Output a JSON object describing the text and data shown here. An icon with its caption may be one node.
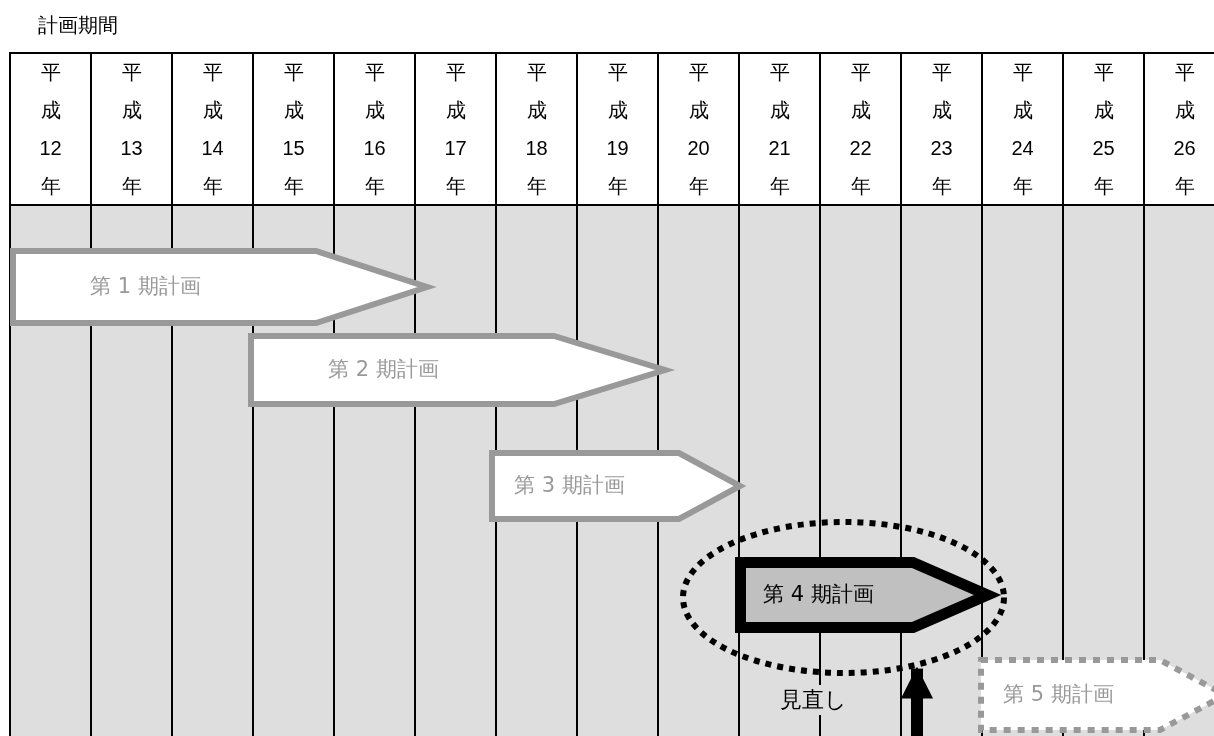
{
  "diagram": {
    "title": "計画期間",
    "nodes": [
      {
        "text": [
          "第 1 期計画"
        ]
      },
      {
        "text": [
          "第 2 期計画"
        ]
      },
      {
        "text": [
          "第 3 期計画"
        ]
      },
      {
        "text": [],
        "shape": "ellipse"
      },
      {
        "text": [
          "第 4 期計画"
        ],
        "in": 3
      },
      {
        "text": [
          "第 5 期計画"
        ]
      }
    ],
    "edges": [
      {
        "from": null,
        "to": 3,
        "arrow": "to",
        "label": "見直し"
      }
    ],
    "labels": [
      "平成12年",
      "平成13年",
      "平成14年",
      "平成15年",
      "平成16年",
      "平成17年",
      "平成18年",
      "平成19年",
      "平成20年",
      "平成21年",
      "平成22年",
      "平成23年",
      "平成24年",
      "平成25年",
      "平成26年"
    ]
  }
}
